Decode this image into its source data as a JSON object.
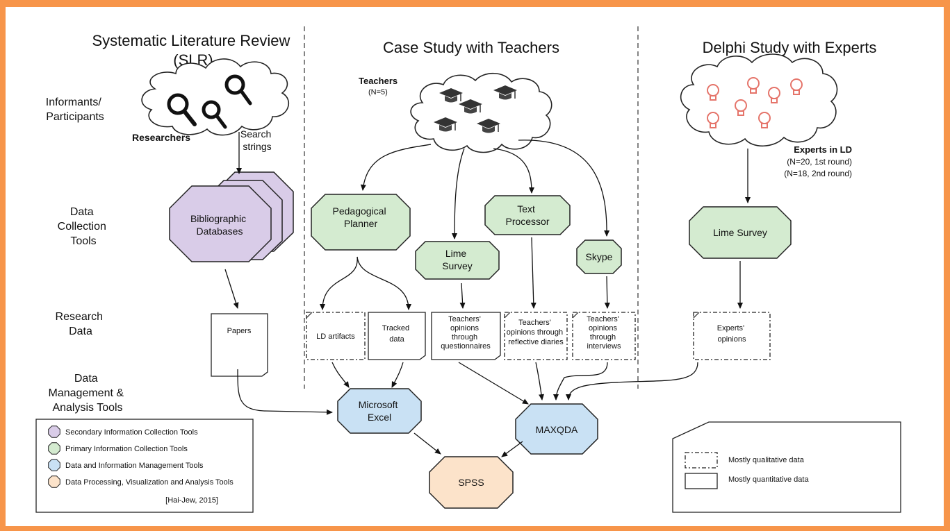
{
  "columns": {
    "slr": [
      "Systematic Literature Review",
      "(SLR)"
    ],
    "case": "Case Study with Teachers",
    "delphi": "Delphi Study with Experts"
  },
  "rows": {
    "informants": [
      "Informants/",
      "Participants"
    ],
    "tools": [
      "Data",
      "Collection",
      "Tools"
    ],
    "research": [
      "Research",
      "Data"
    ],
    "analysis": [
      "Data",
      "Management &",
      "Analysis Tools"
    ]
  },
  "participants": {
    "researchers": "Researchers",
    "search": [
      "Search",
      "strings"
    ],
    "teachers": "Teachers",
    "teachers_n": "(N=5)",
    "experts": "Experts in LD",
    "experts_n1": "(N=20, 1st round)",
    "experts_n2": "(N=18, 2nd round)"
  },
  "tools": {
    "bib": [
      "Bibliographic",
      "Databases"
    ],
    "planner": [
      "Pedagogical",
      "Planner"
    ],
    "lime1": [
      "Lime",
      "Survey"
    ],
    "text": [
      "Text",
      "Processor"
    ],
    "skype": [
      "Skype"
    ],
    "lime2": [
      "Lime Survey"
    ]
  },
  "data": {
    "papers": [
      "Papers"
    ],
    "ld": [
      "LD artifacts"
    ],
    "tracked": [
      "Tracked",
      "data"
    ],
    "quest": [
      "Teachers'",
      "opinions",
      "through",
      "questionnaires"
    ],
    "diaries": [
      "Teachers'",
      "opinions through",
      "reflective diaries"
    ],
    "interviews": [
      "Teachers'",
      "opinions",
      "through",
      "interviews"
    ],
    "experts": [
      "Experts'",
      "opinions"
    ]
  },
  "analysis": {
    "excel": [
      "Microsoft",
      "Excel"
    ],
    "maxqda": [
      "MAXQDA"
    ],
    "spss": [
      "SPSS"
    ]
  },
  "legend": {
    "items": [
      {
        "label": "Secondary Information Collection Tools",
        "color": "#D9CCE8"
      },
      {
        "label": "Primary Information Collection Tools",
        "color": "#D4EBD0"
      },
      {
        "label": "Data and Information Management Tools",
        "color": "#C9E1F4"
      },
      {
        "label": "Data Processing, Visualization and Analysis Tools",
        "color": "#FCE3CA"
      }
    ],
    "citation": "[Hai-Jew, 2015]"
  },
  "data_legend": {
    "qualitative": "Mostly qualitative data",
    "quantitative": "Mostly quantitative data"
  },
  "colors": {
    "secondary": "#D9CCE8",
    "primary": "#D4EBD0",
    "management": "#C9E1F4",
    "processing": "#FCE3CA",
    "frame": "#F7954A"
  },
  "icons": [
    "magnifier-icon",
    "graduation-cap-icon",
    "lightbulb-icon"
  ]
}
